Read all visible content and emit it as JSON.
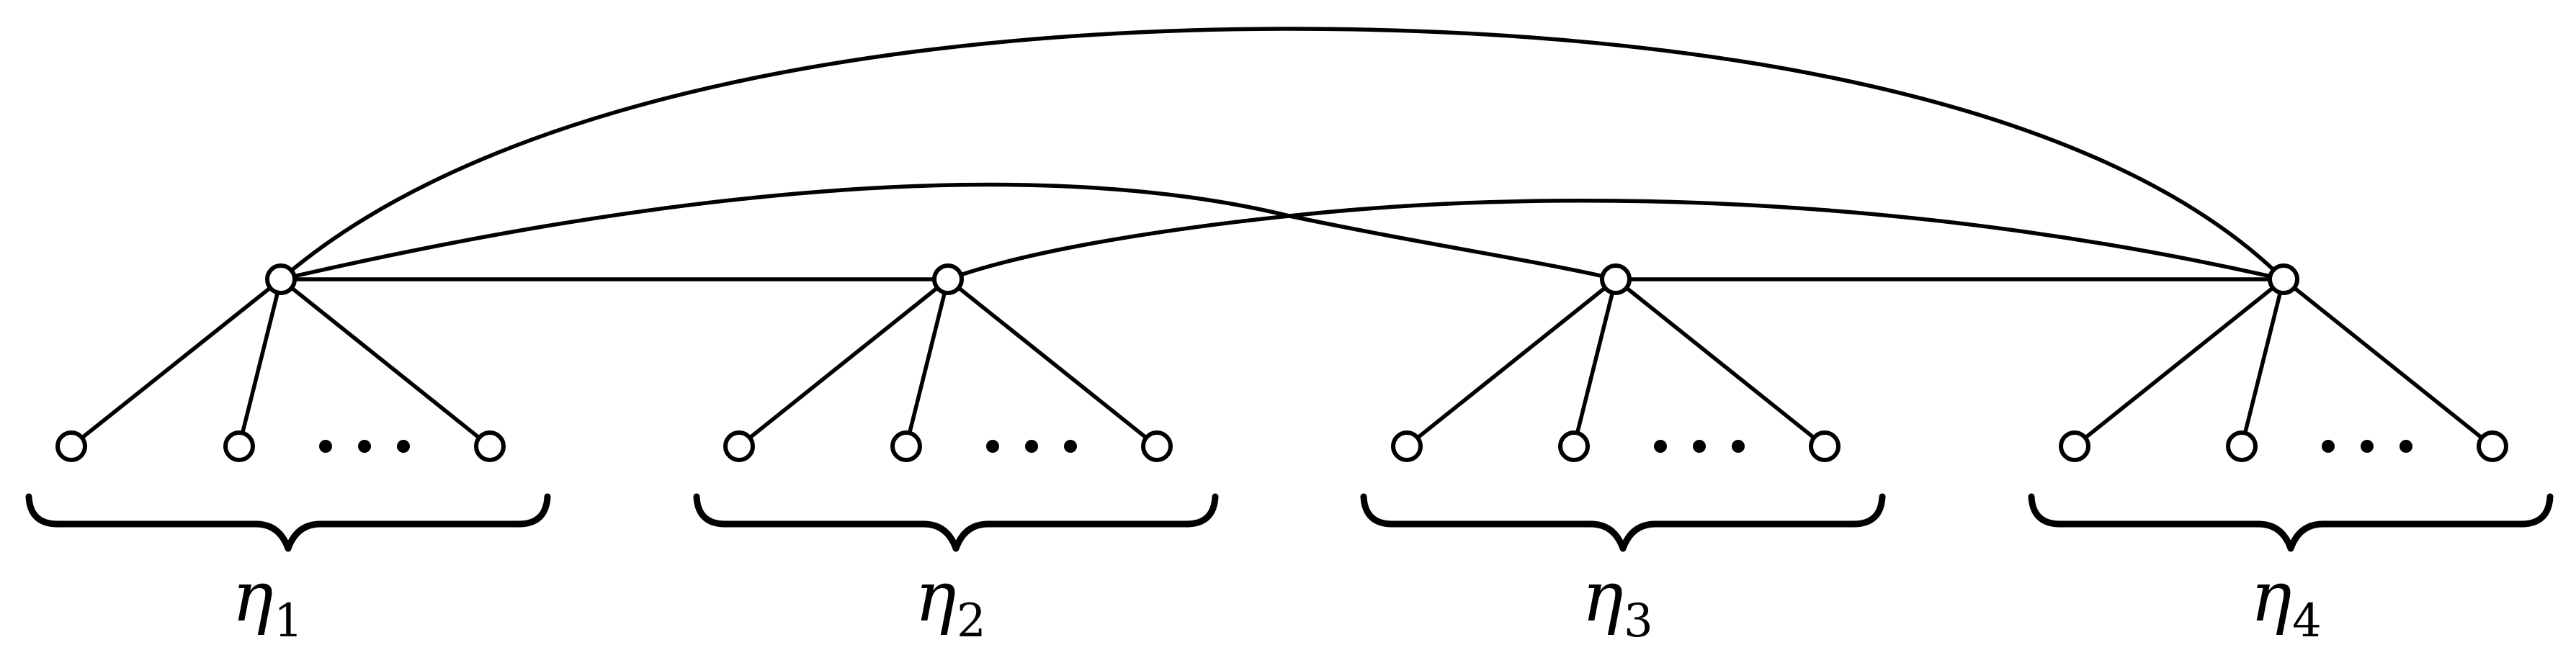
{
  "diagram": {
    "groups": [
      {
        "symbol": "η",
        "subscript": "1"
      },
      {
        "symbol": "η",
        "subscript": "2"
      },
      {
        "symbol": "η",
        "subscript": "3"
      },
      {
        "symbol": "η",
        "subscript": "4"
      }
    ],
    "ellipsis": "• • •",
    "hub_edges": [
      [
        0,
        1
      ],
      [
        2,
        3
      ],
      [
        0,
        2
      ],
      [
        1,
        3
      ],
      [
        0,
        3
      ]
    ],
    "leaves_shown_per_hub": 3
  }
}
